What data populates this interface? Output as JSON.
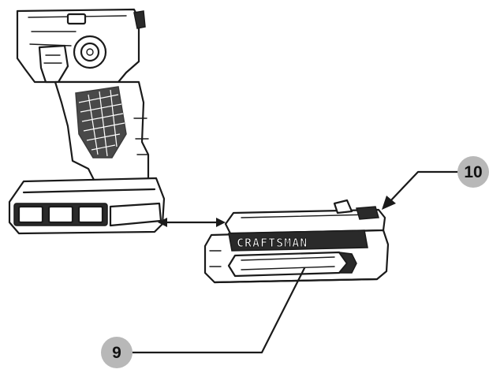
{
  "diagram": {
    "callouts": [
      {
        "id": "callout-9",
        "label": "9"
      },
      {
        "id": "callout-10",
        "label": "10"
      }
    ],
    "battery_brand": "CRAFTSMAN"
  },
  "colors": {
    "ink": "#1a1a1a",
    "callout_fill": "#b8b8b8",
    "background": "#ffffff"
  }
}
